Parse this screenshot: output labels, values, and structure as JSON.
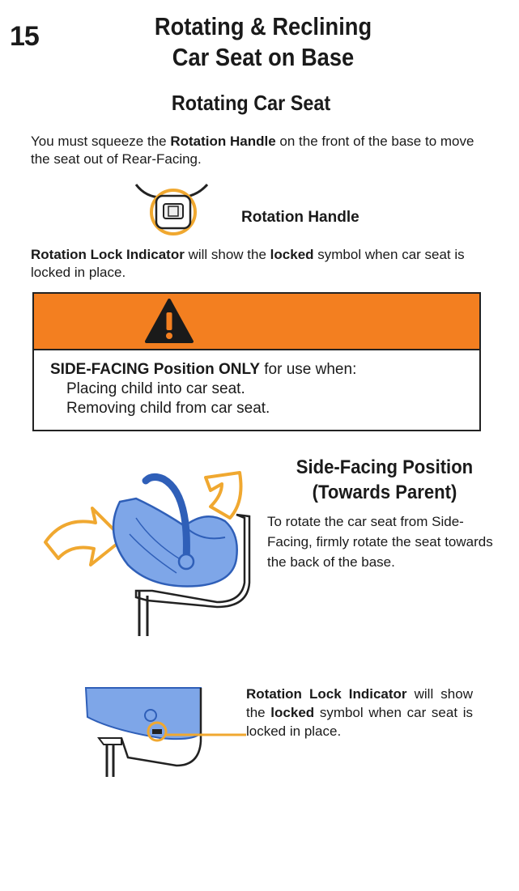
{
  "page": {
    "number": "15",
    "title_line1": "Rotating & Reclining",
    "title_line2": "Car Seat on Base"
  },
  "section": {
    "heading": "Rotating Car Seat",
    "intro": {
      "before": "You must squeeze the ",
      "bold": "Rotation Handle",
      "after": " on the front of the base to move the seat out of Rear-Facing."
    },
    "handle_label": "Rotation Handle",
    "lock_text": {
      "bold1": "Rotation Lock Indicator",
      "mid": " will show the ",
      "bold2": "locked",
      "after": " symbol when car seat is locked in place."
    }
  },
  "warning": {
    "heading_bold": "SIDE-FACING Position ONLY",
    "heading_rest": " for use when:",
    "items": [
      "Placing child into car seat.",
      "Removing child from car seat."
    ],
    "icon": "warning-triangle-icon"
  },
  "side_facing": {
    "title_line1": "Side-Facing Position",
    "title_line2": "(Towards Parent)",
    "body": "To rotate the car seat from Side-Facing, firmly rotate the seat towards the back of the base."
  },
  "bottom": {
    "bold1": "Rotation Lock Indicator",
    "mid": " will show the ",
    "bold2": "locked",
    "after": " symbol when car seat is locked in place."
  },
  "colors": {
    "warning_band": "#f37f20",
    "highlight": "#f0a830",
    "seat_fill": "#7ea6e8",
    "seat_stroke": "#2f5fb8"
  }
}
